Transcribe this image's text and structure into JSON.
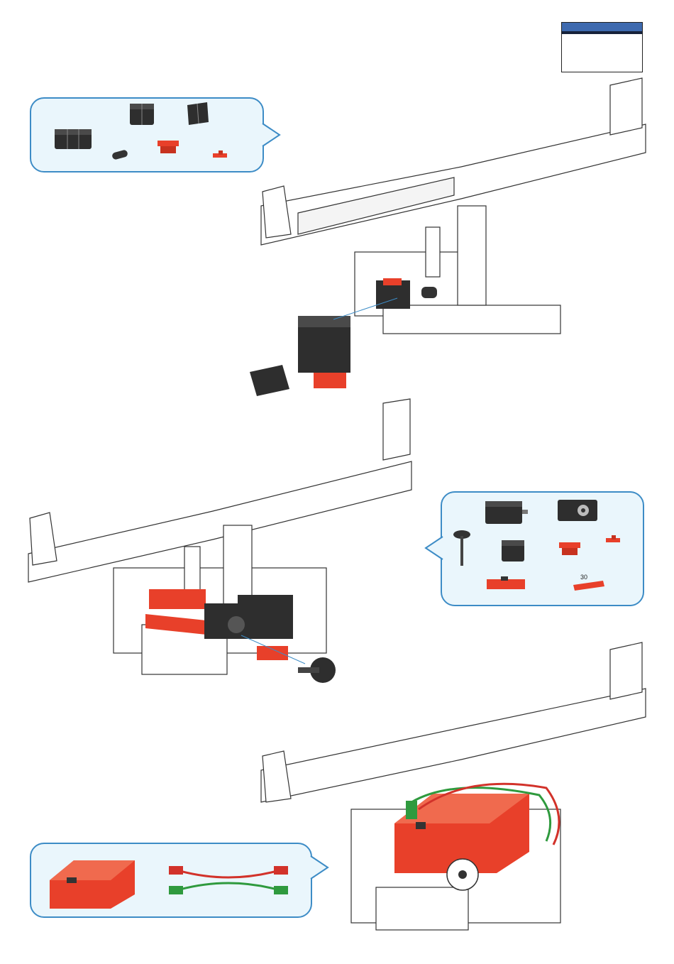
{
  "badge": {
    "accent": "#3e6aaf",
    "accent_dark": "#17223a"
  },
  "colors": {
    "callout_border": "#3d8cc6",
    "callout_fill": "#eaf6fc",
    "part_red": "#e8402a",
    "part_black": "#2e2e2e",
    "wire_green": "#2f9a3e",
    "wire_red": "#d2322a"
  },
  "callouts": [
    {
      "id": "step1-parts",
      "icons": [
        "building-block-black-icon",
        "building-block-black-icon",
        "building-block-black-icon",
        "axle-connector-icon",
        "red-adapter-icon",
        "red-spring-cam-icon"
      ]
    },
    {
      "id": "step2-parts",
      "icons": [
        "motor-icon",
        "gearbox-icon",
        "axle-gear-icon",
        "building-block-black-icon",
        "red-adapter-icon",
        "red-spring-cam-icon",
        "red-plate-icon",
        "red-strut-icon"
      ],
      "strut_length": "30"
    },
    {
      "id": "step3-parts",
      "icons": [
        "battery-box-icon",
        "cable-pair-icon"
      ]
    }
  ]
}
